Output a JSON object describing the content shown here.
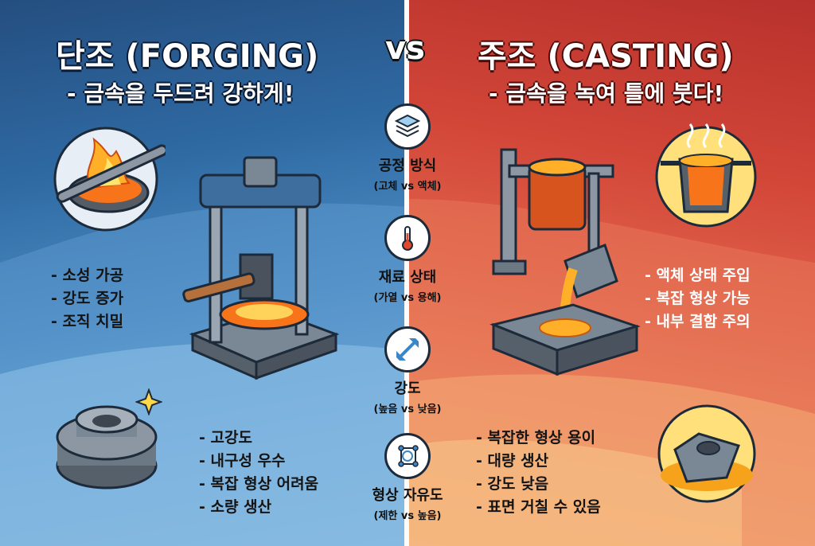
{
  "colors": {
    "forging_accent": "#2f6aa3",
    "casting_accent": "#d24638",
    "molten_metal": "#f7a21b",
    "steel": "#7a8794"
  },
  "forging": {
    "title": "단조 (FORGING)",
    "subtitle": "- 금속을 두드려 강하게!",
    "process_points": [
      "소성 가공",
      "강도 증가",
      "조직 치밀"
    ],
    "product_points": [
      "고강도",
      "내구성 우수",
      "복잡 형상 어려움",
      "소량 생산"
    ],
    "icons": [
      "furnace-rod-icon",
      "forging-press-icon",
      "forged-ring-icon",
      "sparkle-icon"
    ]
  },
  "vs_label": "vs",
  "casting": {
    "title": "주조 (CASTING)",
    "subtitle": "- 금속을 녹여 틀에 붓다!",
    "process_points": [
      "액체 상태 주입",
      "복잡 형상 가능",
      "내부 결함 주의"
    ],
    "product_points": [
      "복잡한 형상 용이",
      "대량 생산",
      "강도 낮음",
      "표면 거칠 수 있음"
    ],
    "icons": [
      "crucible-icon",
      "ladle-pouring-icon",
      "cast-part-icon"
    ]
  },
  "criteria": [
    {
      "label": "공정 방식",
      "detail": "(고체 vs 액체)",
      "icon": "layers-icon"
    },
    {
      "label": "재료 상태",
      "detail": "(가열 vs 용해)",
      "icon": "thermometer-icon"
    },
    {
      "label": "강도",
      "detail": "(높음 vs 낮음)",
      "icon": "diagonal-arrows-icon"
    },
    {
      "label": "형상 자유도",
      "detail": "(제한 vs 높음)",
      "icon": "shape-nodes-icon"
    }
  ]
}
